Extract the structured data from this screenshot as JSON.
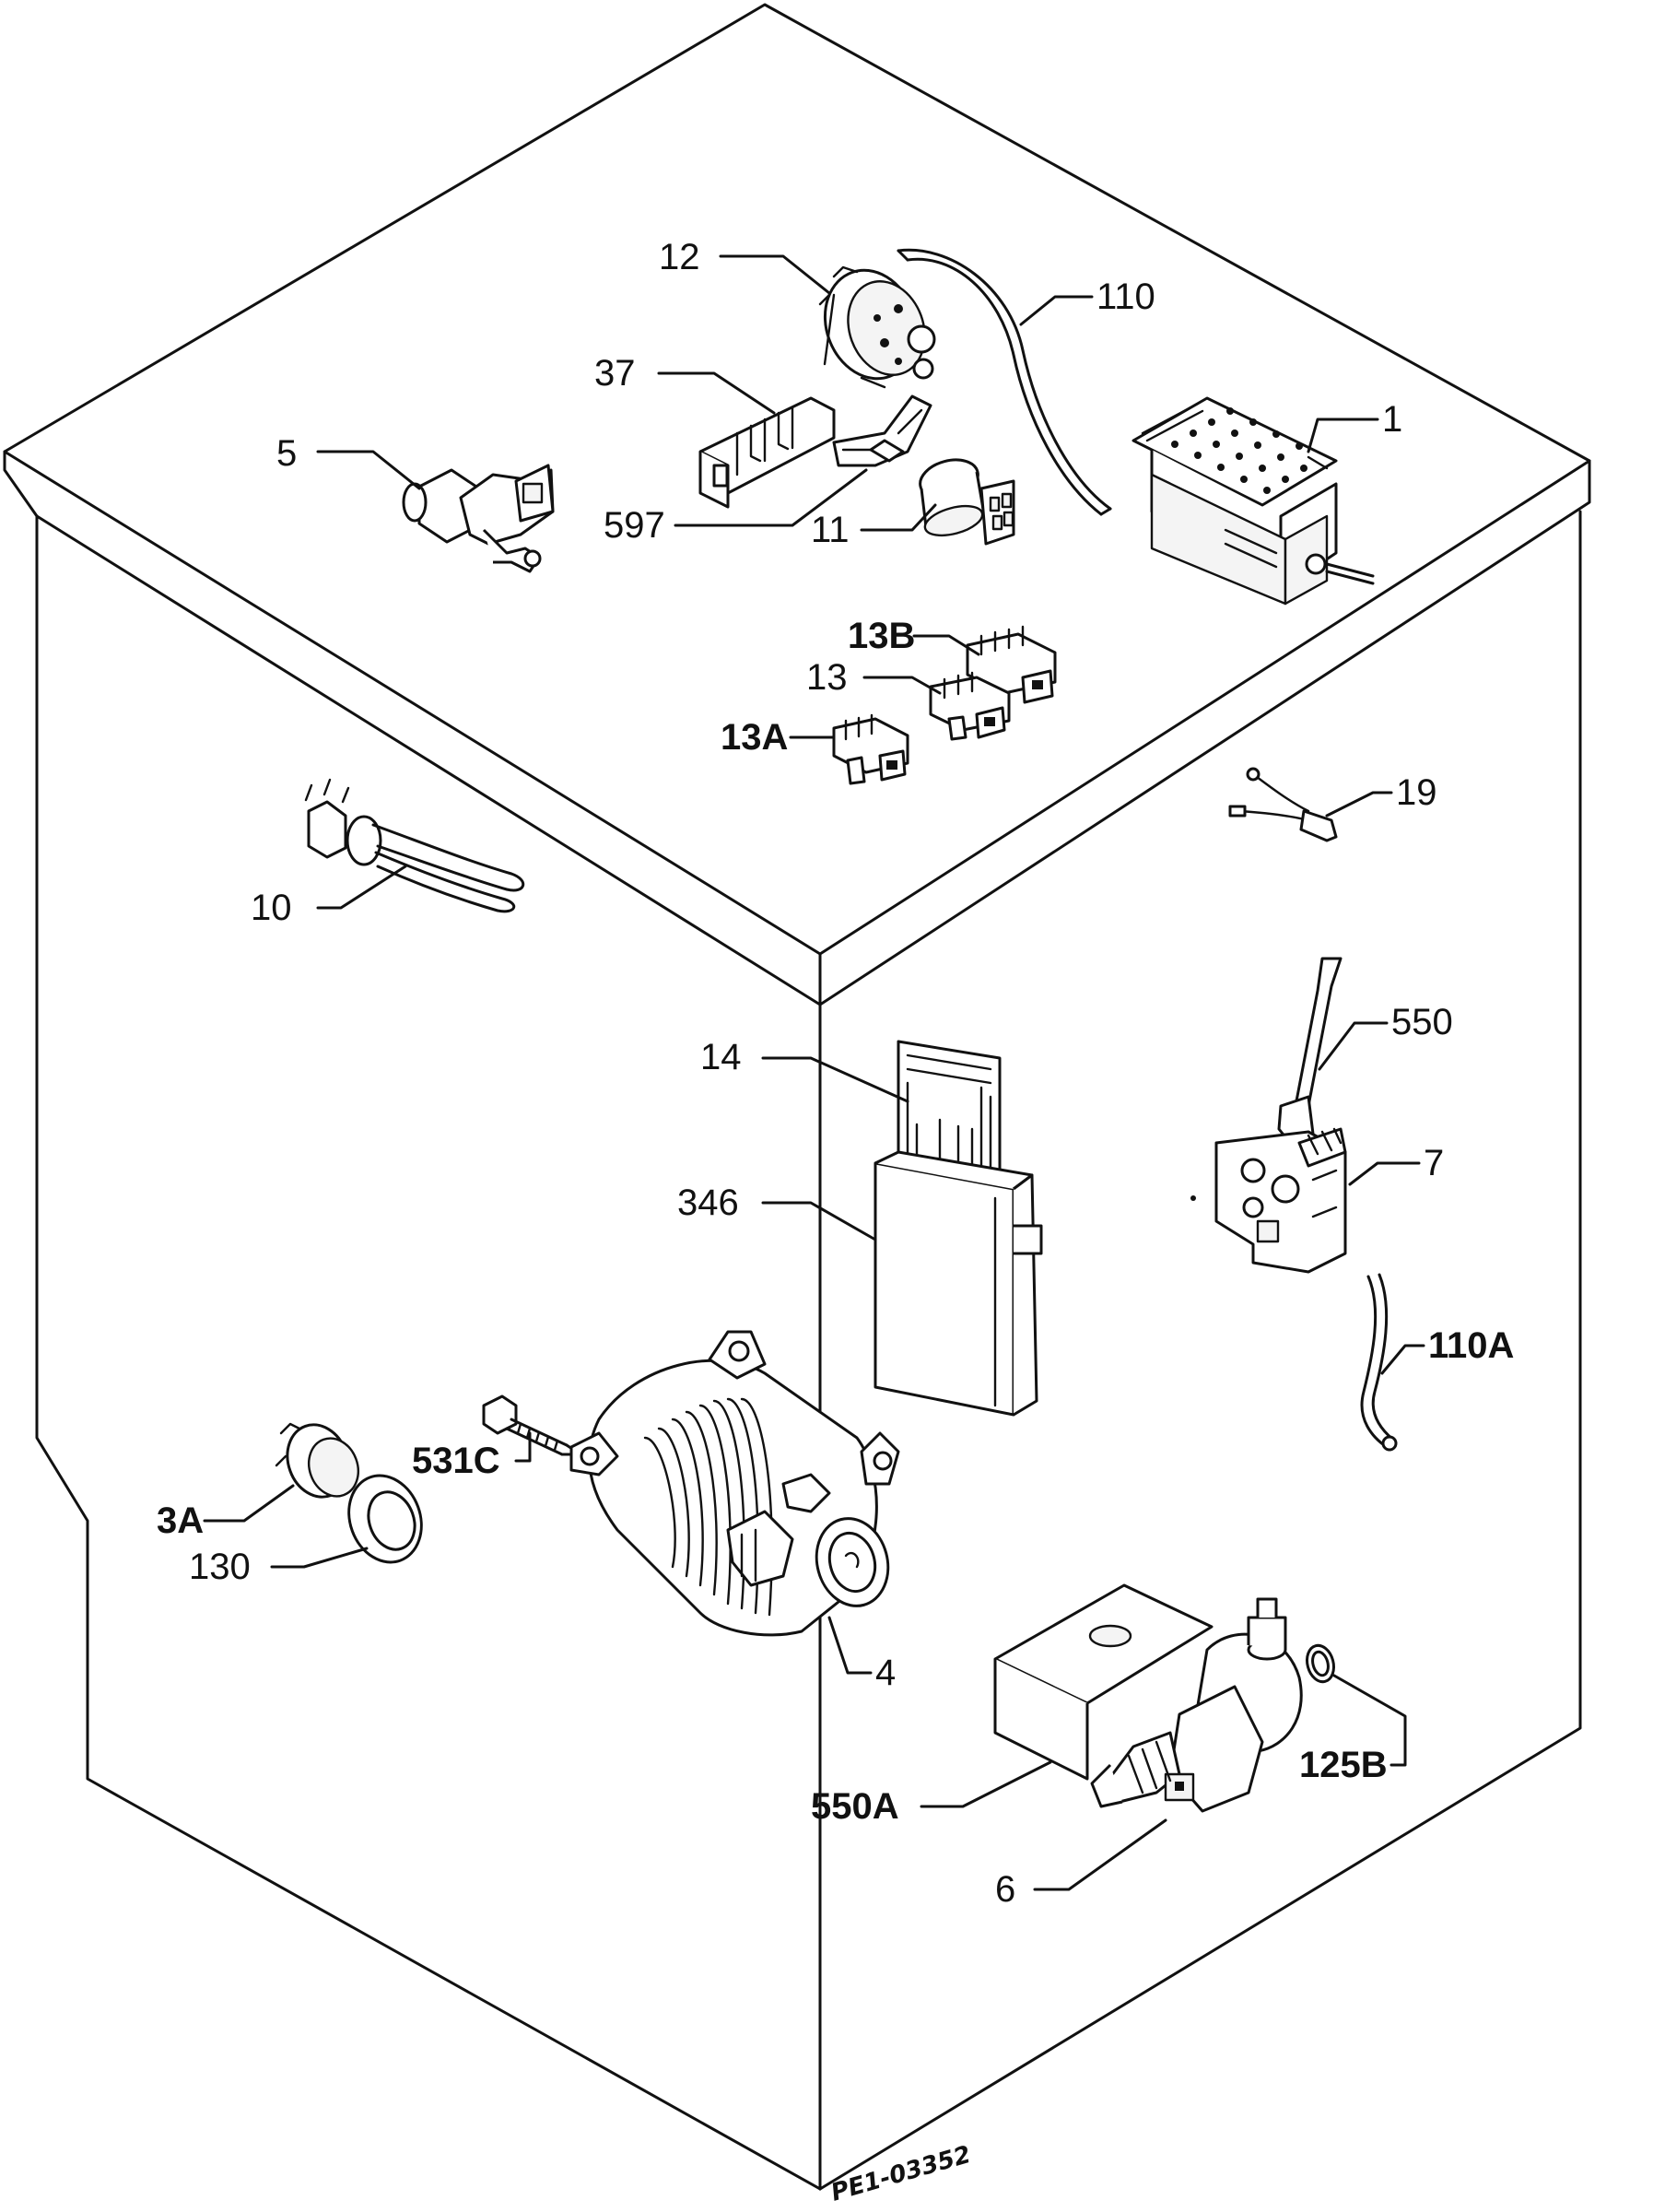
{
  "callouts": [
    {
      "id": "1",
      "text": "1"
    },
    {
      "id": "3A",
      "text": "3A"
    },
    {
      "id": "4",
      "text": "4"
    },
    {
      "id": "5",
      "text": "5"
    },
    {
      "id": "6",
      "text": "6"
    },
    {
      "id": "7",
      "text": "7"
    },
    {
      "id": "10",
      "text": "10"
    },
    {
      "id": "11",
      "text": "11"
    },
    {
      "id": "12",
      "text": "12"
    },
    {
      "id": "13",
      "text": "13"
    },
    {
      "id": "13A",
      "text": "13A"
    },
    {
      "id": "13B",
      "text": "13B"
    },
    {
      "id": "14",
      "text": "14"
    },
    {
      "id": "19",
      "text": "19"
    },
    {
      "id": "37",
      "text": "37"
    },
    {
      "id": "110",
      "text": "110"
    },
    {
      "id": "110A",
      "text": "110A"
    },
    {
      "id": "125B",
      "text": "125B"
    },
    {
      "id": "130",
      "text": "130"
    },
    {
      "id": "346",
      "text": "346"
    },
    {
      "id": "531C",
      "text": "531C"
    },
    {
      "id": "550",
      "text": "550"
    },
    {
      "id": "550A",
      "text": "550A"
    },
    {
      "id": "597",
      "text": "597"
    }
  ],
  "drawing_code": "PE1-03352"
}
